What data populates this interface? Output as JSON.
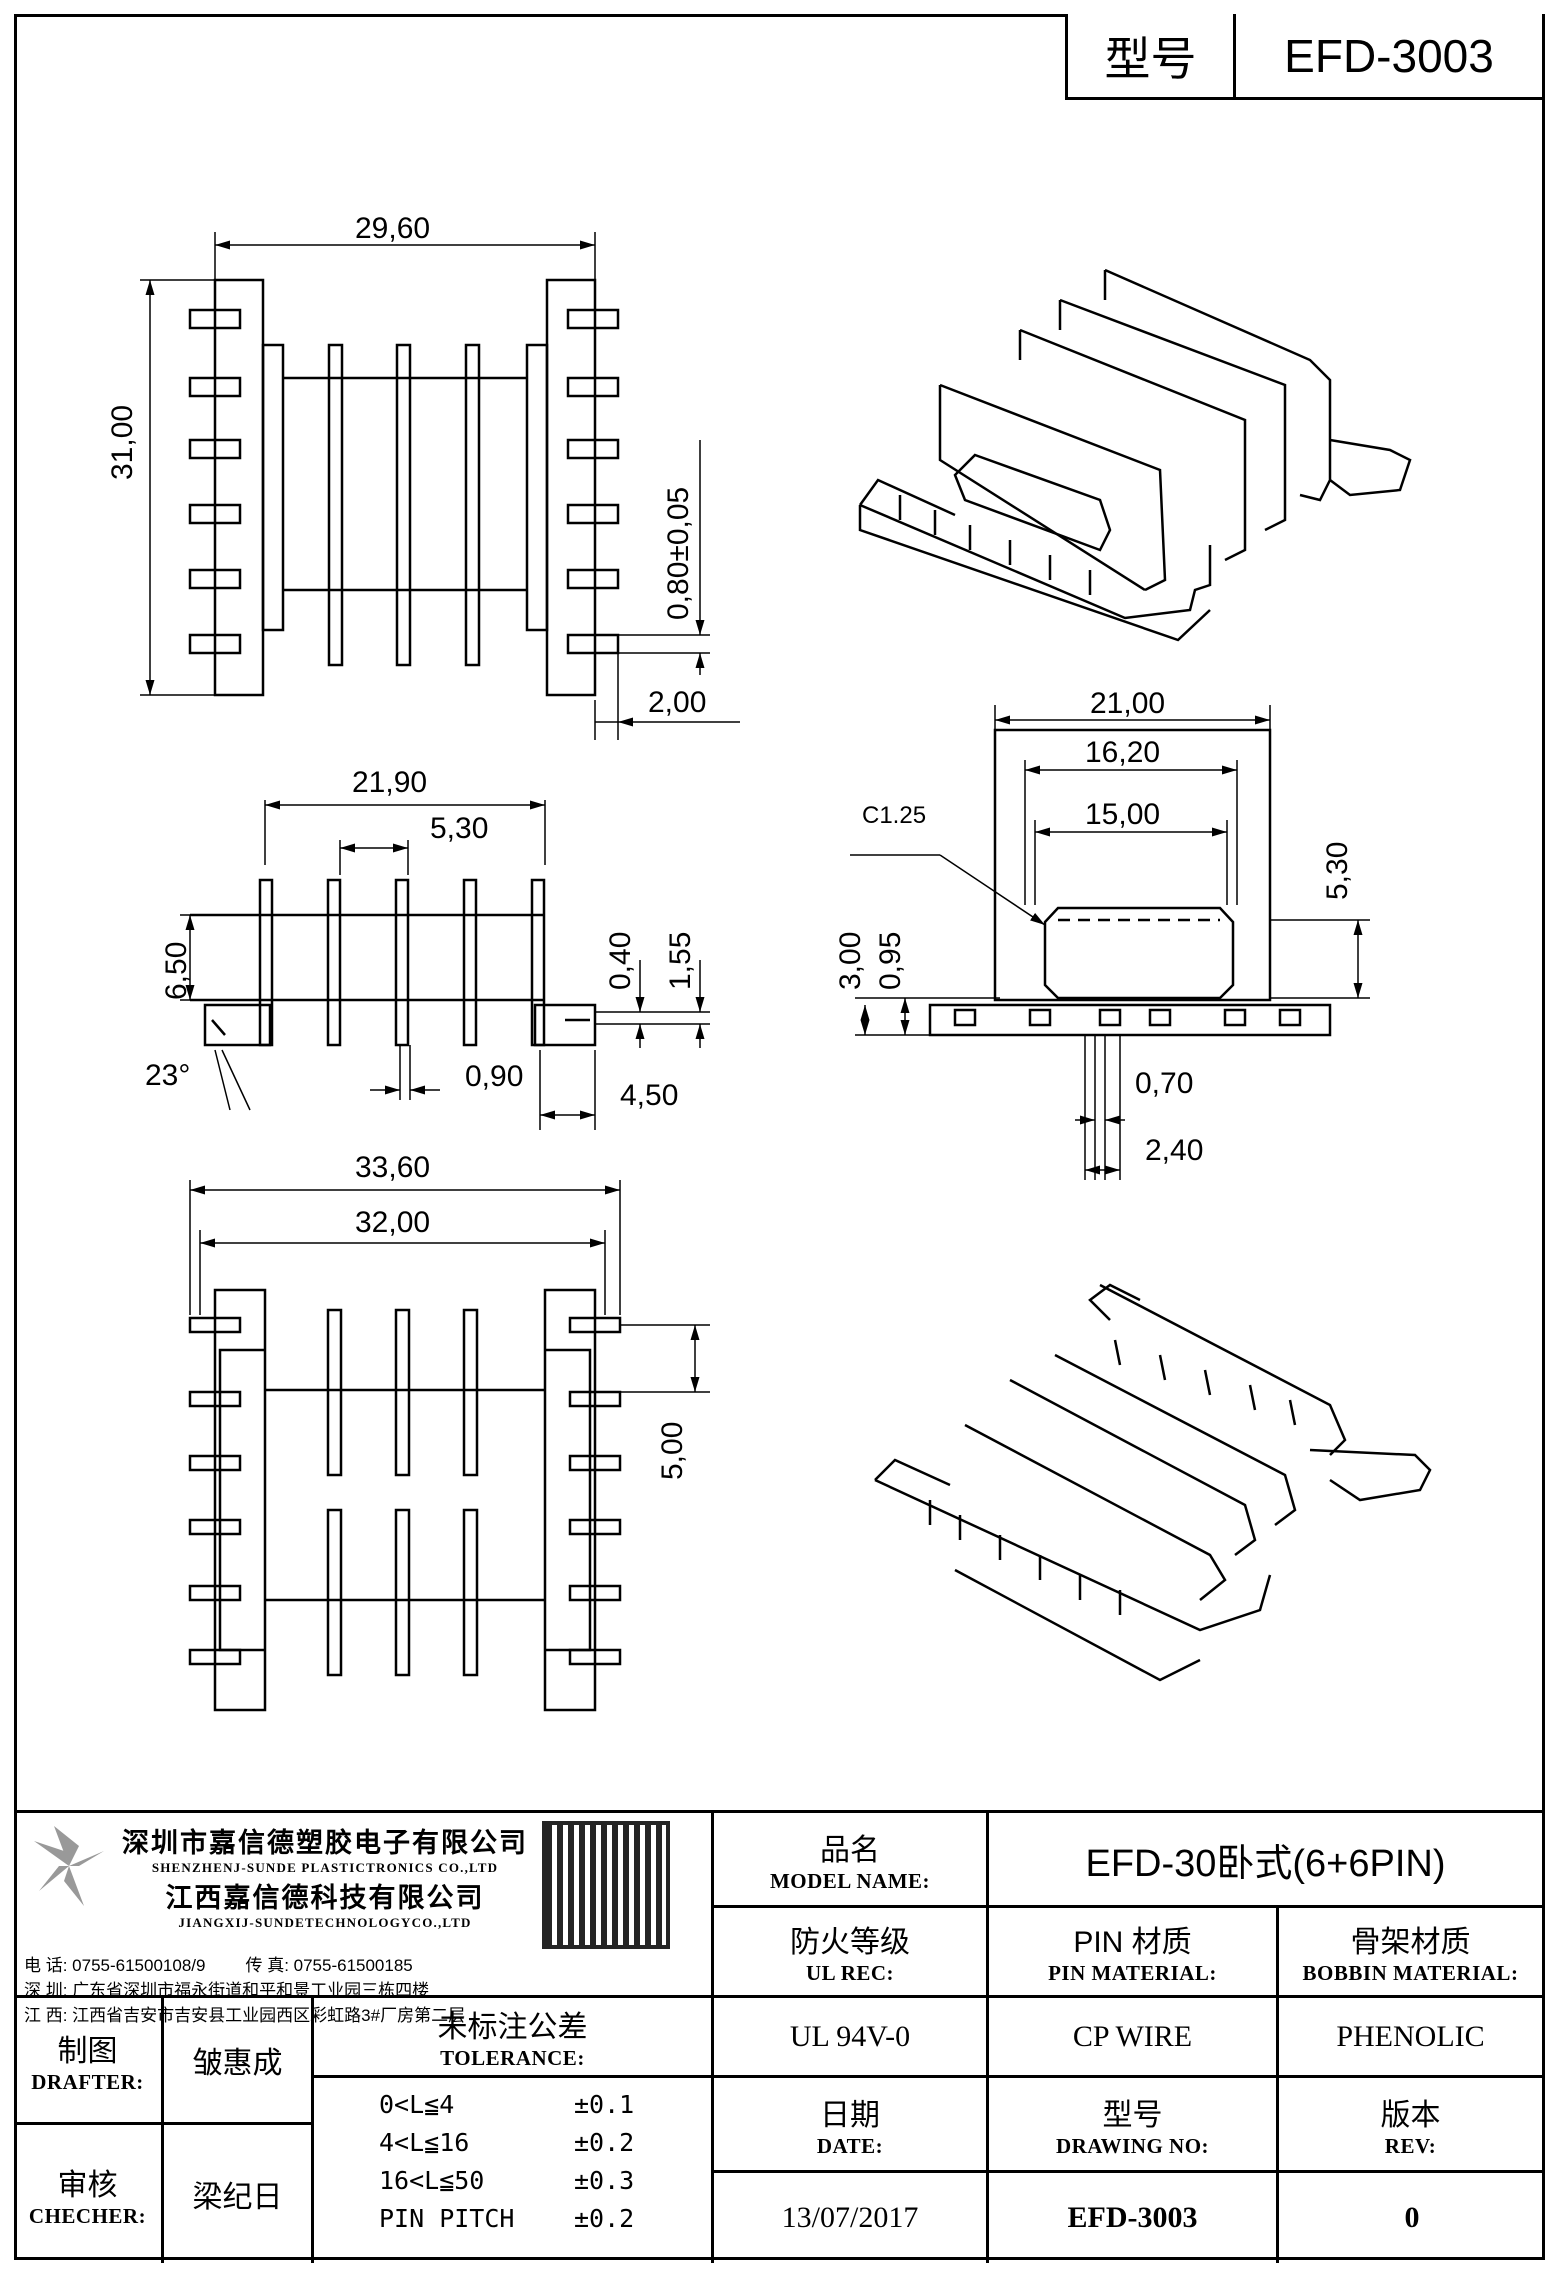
{
  "header": {
    "label": "型号",
    "value": "EFD-3003"
  },
  "dims": {
    "A": "29,60",
    "B": "31,00",
    "C": "0,80±0,05",
    "D": "2,00",
    "E": "21,90",
    "F": "5,30",
    "G": "6,50",
    "H": "0,40",
    "I": "1,55",
    "J": "0,90",
    "K": "4,50",
    "angle": "23°",
    "N": "21,00",
    "P": "16,20",
    "Q": "15,00",
    "R": "5,30",
    "L": "3,00",
    "M": "0,95",
    "S": "0,70",
    "T": "2,40",
    "chamfer": "C1.25",
    "U": "33,60",
    "V": "32,00",
    "X": "5,00"
  },
  "company": {
    "name1": "深圳市嘉信德塑胶电子有限公司",
    "name1_en": "SHENZHENJ-SUNDE PLASTICTRONICS CO.,LTD",
    "name2": "江西嘉信德科技有限公司",
    "name2_en": "JIANGXIJ-SUNDETECHNOLOGYCO.,LTD",
    "tel": "电 话: 0755-61500108/9",
    "fax": "传 真: 0755-61500185",
    "addr_sz": "深 圳: 广东省深圳市福永街道和平和景工业园三栋四楼",
    "addr_jx": "江 西: 江西省吉安市吉安县工业园西区彩虹路3#厂房第二层"
  },
  "title_block": {
    "model_name_zh": "品名",
    "model_name_en": "MODEL NAME:",
    "model_name_value": "EFD-30卧式(6+6PIN)",
    "ul_zh": "防火等级",
    "ul_en": "UL REC:",
    "ul_value": "UL 94V-0",
    "pin_zh": "PIN 材质",
    "pin_en": "PIN MATERIAL:",
    "pin_value": "CP WIRE",
    "bobbin_zh": "骨架材质",
    "bobbin_en": "BOBBIN MATERIAL:",
    "bobbin_value": "PHENOLIC",
    "drafter_zh": "制图",
    "drafter_en": "DRAFTER:",
    "drafter_value": "皱惠成",
    "checker_zh": "审核",
    "checker_en": "CHECHER:",
    "checker_value": "梁纪日",
    "tol_zh": "未标注公差",
    "tol_en": "TOLERANCE:",
    "tolerances": [
      {
        "range": "0<L≦4",
        "tol": "±0.1"
      },
      {
        "range": "4<L≦16",
        "tol": "±0.2"
      },
      {
        "range": "16<L≦50",
        "tol": "±0.3"
      },
      {
        "range": "PIN PITCH",
        "tol": "±0.2"
      }
    ],
    "date_zh": "日期",
    "date_en": "DATE:",
    "date_value": "13/07/2017",
    "drawing_zh": "型号",
    "drawing_en": "DRAWING NO:",
    "drawing_value": "EFD-3003",
    "rev_zh": "版本",
    "rev_en": "REV:",
    "rev_value": "0"
  }
}
